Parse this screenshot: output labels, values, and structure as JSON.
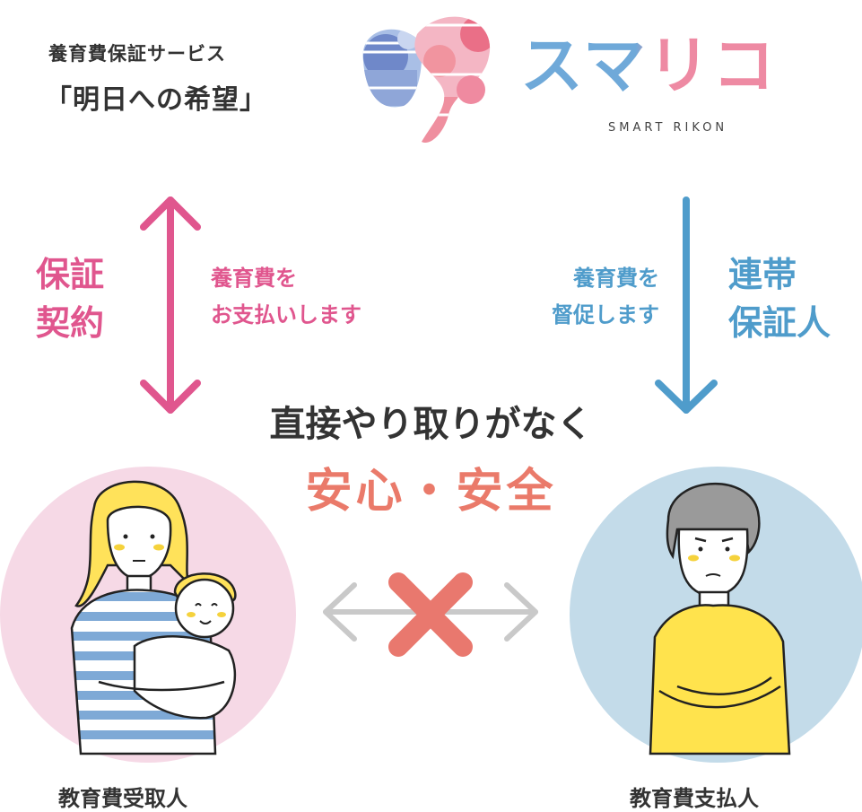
{
  "service": {
    "line1": "養育費保証サービス",
    "line2": "「明日への希望」"
  },
  "brand": {
    "name": "スマリコ",
    "subtitle": "SMART RIKON",
    "pink": "#ee8aa3",
    "blue": "#6fa9d9"
  },
  "left": {
    "contract_label": [
      "保証",
      "契約"
    ],
    "note": [
      "養育費を",
      "お支払いします"
    ],
    "color": "#e0568e",
    "caption": "教育費受取人"
  },
  "right": {
    "guarantor_label": [
      "連帯",
      "保証人"
    ],
    "note": [
      "養育費を",
      "督促します"
    ],
    "color": "#4f9ccb",
    "caption": "教育費支払人"
  },
  "headline": {
    "line1": "直接やり取りがなく",
    "line2": "安心・安全",
    "accent": "#ea7a6a"
  },
  "icons": {
    "left_arrow": "double-headed-vertical-arrow",
    "right_arrow": "down-arrow",
    "cross": "cross-mark",
    "exchange": "horizontal-double-arrow"
  }
}
